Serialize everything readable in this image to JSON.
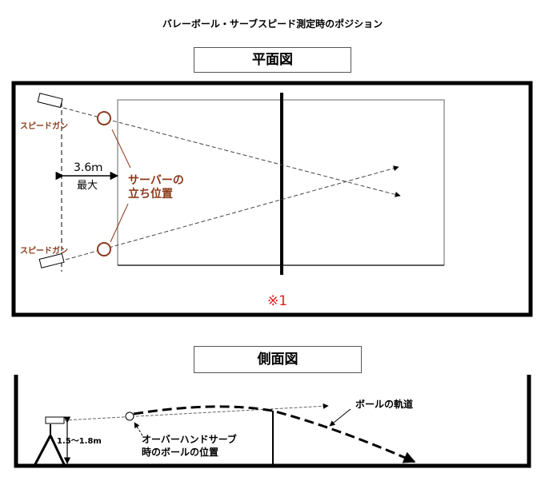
{
  "title": "バレーボール・サーブスピード測定時のポジション",
  "plan_view": {
    "label": "平面図",
    "speed_gun_top_label": "スピードガン",
    "speed_gun_bottom_label": "スピードガン",
    "distance_value": "3.6ｍ",
    "distance_qualifier": "最大",
    "server_position_line1": "サーバーの",
    "server_position_line2": "立ち位置",
    "note_marker": "※1"
  },
  "side_view": {
    "label": "側面図",
    "height_range": "1.5～1.8m",
    "ball_position_line1": "オーバーハンドサーブ",
    "ball_position_line2": "時のボールの位置",
    "trajectory_label": "ボールの軌道"
  },
  "colors": {
    "accent_brown": "#8B3A1A",
    "note_red": "#E02020",
    "frame_black": "#000000",
    "court_gray": "#888888"
  }
}
